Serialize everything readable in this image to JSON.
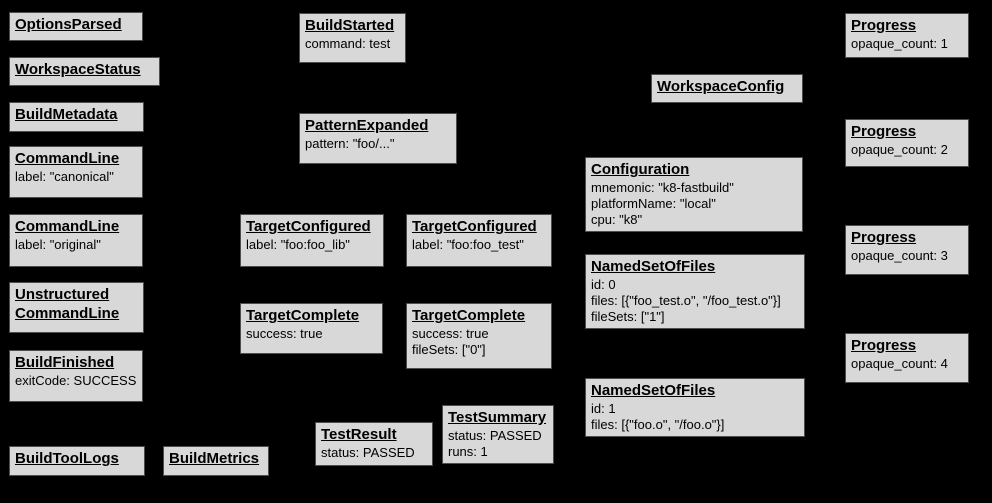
{
  "canvas": {
    "background": "#000000",
    "box_fill": "#d8d8d8",
    "box_border": "#4d4d4d",
    "text_color": "#000000"
  },
  "boxes": {
    "options_parsed": {
      "title": "OptionsParsed"
    },
    "workspace_status": {
      "title": "WorkspaceStatus"
    },
    "build_metadata": {
      "title": "BuildMetadata"
    },
    "command_line_canonical": {
      "title": "CommandLine",
      "lines": [
        "label: \"canonical\""
      ]
    },
    "command_line_original": {
      "title": "CommandLine",
      "lines": [
        "label: \"original\""
      ]
    },
    "unstructured_command_line": {
      "title": "Unstructured",
      "title2": "CommandLine"
    },
    "build_finished": {
      "title": "BuildFinished",
      "lines": [
        "exitCode: SUCCESS"
      ]
    },
    "build_tool_logs": {
      "title": "BuildToolLogs"
    },
    "build_metrics": {
      "title": "BuildMetrics"
    },
    "build_started": {
      "title": "BuildStarted",
      "lines": [
        "command: test"
      ]
    },
    "pattern_expanded": {
      "title": "PatternExpanded",
      "lines": [
        "pattern: \"foo/...\""
      ]
    },
    "target_configured_lib": {
      "title": "TargetConfigured",
      "lines": [
        "label: \"foo:foo_lib\""
      ]
    },
    "target_configured_test": {
      "title": "TargetConfigured",
      "lines": [
        "label: \"foo:foo_test\""
      ]
    },
    "target_complete_lib": {
      "title": "TargetComplete",
      "lines": [
        "success: true"
      ]
    },
    "target_complete_test": {
      "title": "TargetComplete",
      "lines": [
        "success: true",
        "fileSets: [\"0\"]"
      ]
    },
    "test_result": {
      "title": "TestResult",
      "lines": [
        "status: PASSED"
      ]
    },
    "test_summary": {
      "title": "TestSummary",
      "lines": [
        "status: PASSED",
        "runs: 1"
      ]
    },
    "workspace_config": {
      "title": "WorkspaceConfig"
    },
    "configuration": {
      "title": "Configuration",
      "lines": [
        "mnemonic: \"k8-fastbuild\"",
        "platformName: \"local\"",
        "cpu: \"k8\""
      ]
    },
    "named_set_of_files_0": {
      "title": "NamedSetOfFiles",
      "lines": [
        "id: 0",
        "files: [{\"foo_test.o\", \"/foo_test.o\"}]",
        "fileSets: [\"1\"]"
      ]
    },
    "named_set_of_files_1": {
      "title": "NamedSetOfFiles",
      "lines": [
        "id: 1",
        "files: [{\"foo.o\", \"/foo.o\"}]"
      ]
    },
    "progress_1": {
      "title": "Progress",
      "lines": [
        "opaque_count: 1"
      ]
    },
    "progress_2": {
      "title": "Progress",
      "lines": [
        "opaque_count: 2"
      ]
    },
    "progress_3": {
      "title": "Progress",
      "lines": [
        "opaque_count: 3"
      ]
    },
    "progress_4": {
      "title": "Progress",
      "lines": [
        "opaque_count: 4"
      ]
    }
  }
}
